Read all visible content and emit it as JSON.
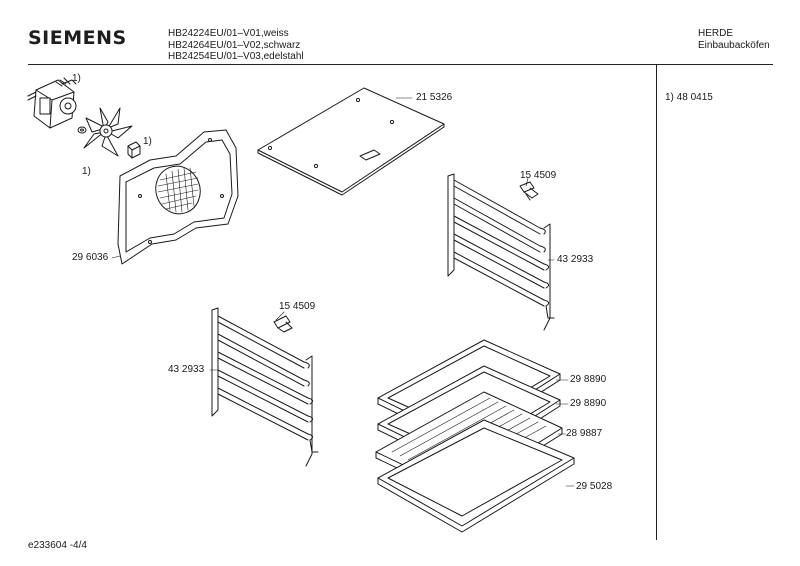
{
  "header": {
    "brand": "SIEMENS",
    "models": [
      "HB24224EU/01–V01,weiss",
      "HB24264EU/01–V02,schwarz",
      "HB24254EU/01–V03,edelstahl"
    ],
    "category": [
      "HERDE",
      "Einbaubacköfen"
    ]
  },
  "footnote": "1) 48 0415",
  "doc_id": "e233604 -4/4",
  "labels": {
    "motor_note": "1)",
    "nut_note": "1)",
    "fan_note": "1)",
    "rear_panel": "29 6036",
    "cover_plate": "21 5326",
    "screw_right": "15 4509",
    "rack_right": "43 2933",
    "screw_left": "15 4509",
    "rack_left": "43 2933",
    "tray_1": "29 8890",
    "tray_2": "29 8890",
    "grill_grid": "28 9887",
    "baking_tray": "29 5028"
  }
}
